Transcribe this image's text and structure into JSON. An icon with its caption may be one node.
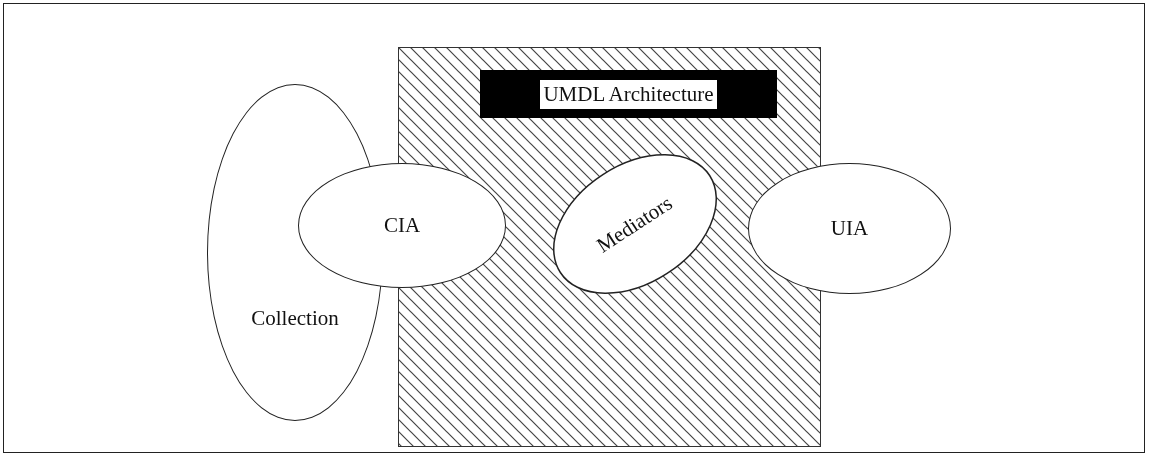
{
  "diagram": {
    "nodes": [
      {
        "text": [
          "UMDL Architecture"
        ]
      },
      {
        "text": [
          "Collection"
        ]
      },
      {
        "text": [
          "CIA"
        ]
      },
      {
        "text": [
          "Mediators"
        ],
        "in": 0
      },
      {
        "text": [
          "UIA"
        ]
      }
    ],
    "edges": []
  }
}
